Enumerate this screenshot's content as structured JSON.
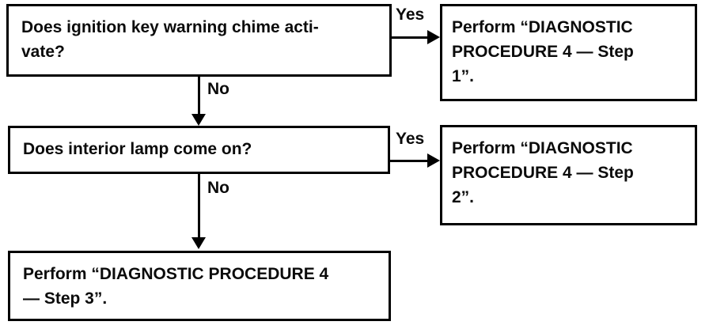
{
  "flowchart": {
    "background_color": "#ffffff",
    "line_color": "#000000",
    "nodes": {
      "question1": {
        "lines": [
          "Does ignition key warning chime acti-",
          "vate?"
        ]
      },
      "result1": {
        "lines": [
          "Perform “DIAGNOSTIC",
          "PROCEDURE 4 — Step",
          "1”."
        ]
      },
      "question2": {
        "lines": [
          "Does interior lamp come on?"
        ]
      },
      "result2": {
        "lines": [
          "Perform “DIAGNOSTIC",
          "PROCEDURE 4 — Step",
          "2”."
        ]
      },
      "final": {
        "lines": [
          "Perform “DIAGNOSTIC PROCEDURE 4",
          "— Step 3”."
        ]
      }
    },
    "labels": {
      "yes1": "Yes",
      "no1": "No",
      "yes2": "Yes",
      "no2": "No"
    }
  }
}
